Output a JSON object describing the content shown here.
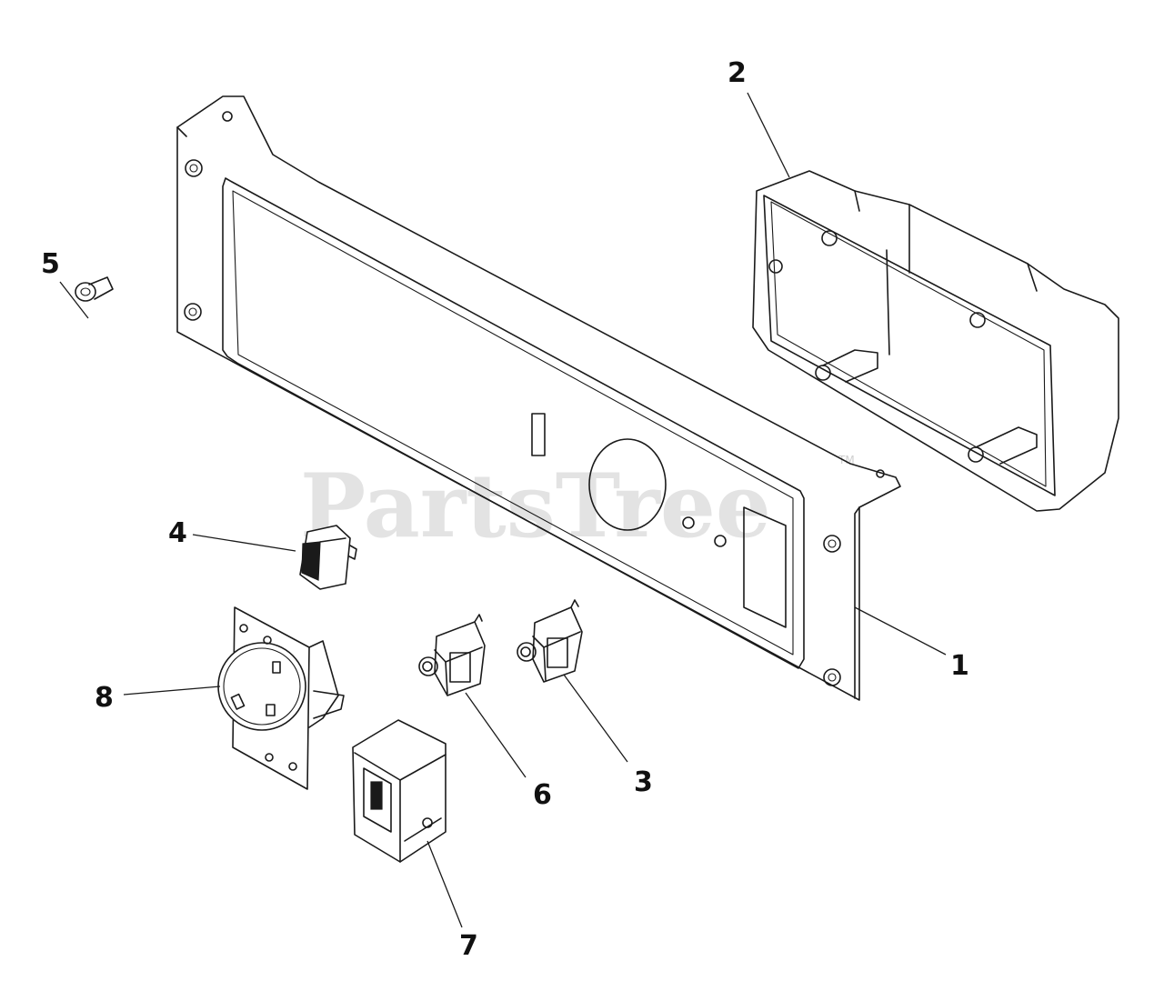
{
  "watermark": {
    "text": "PartsTree",
    "trademark": "TM"
  },
  "callouts": {
    "c1": "1",
    "c2": "2",
    "c3": "3",
    "c4": "4",
    "c5": "5",
    "c6": "6",
    "c7": "7",
    "c8": "8"
  }
}
